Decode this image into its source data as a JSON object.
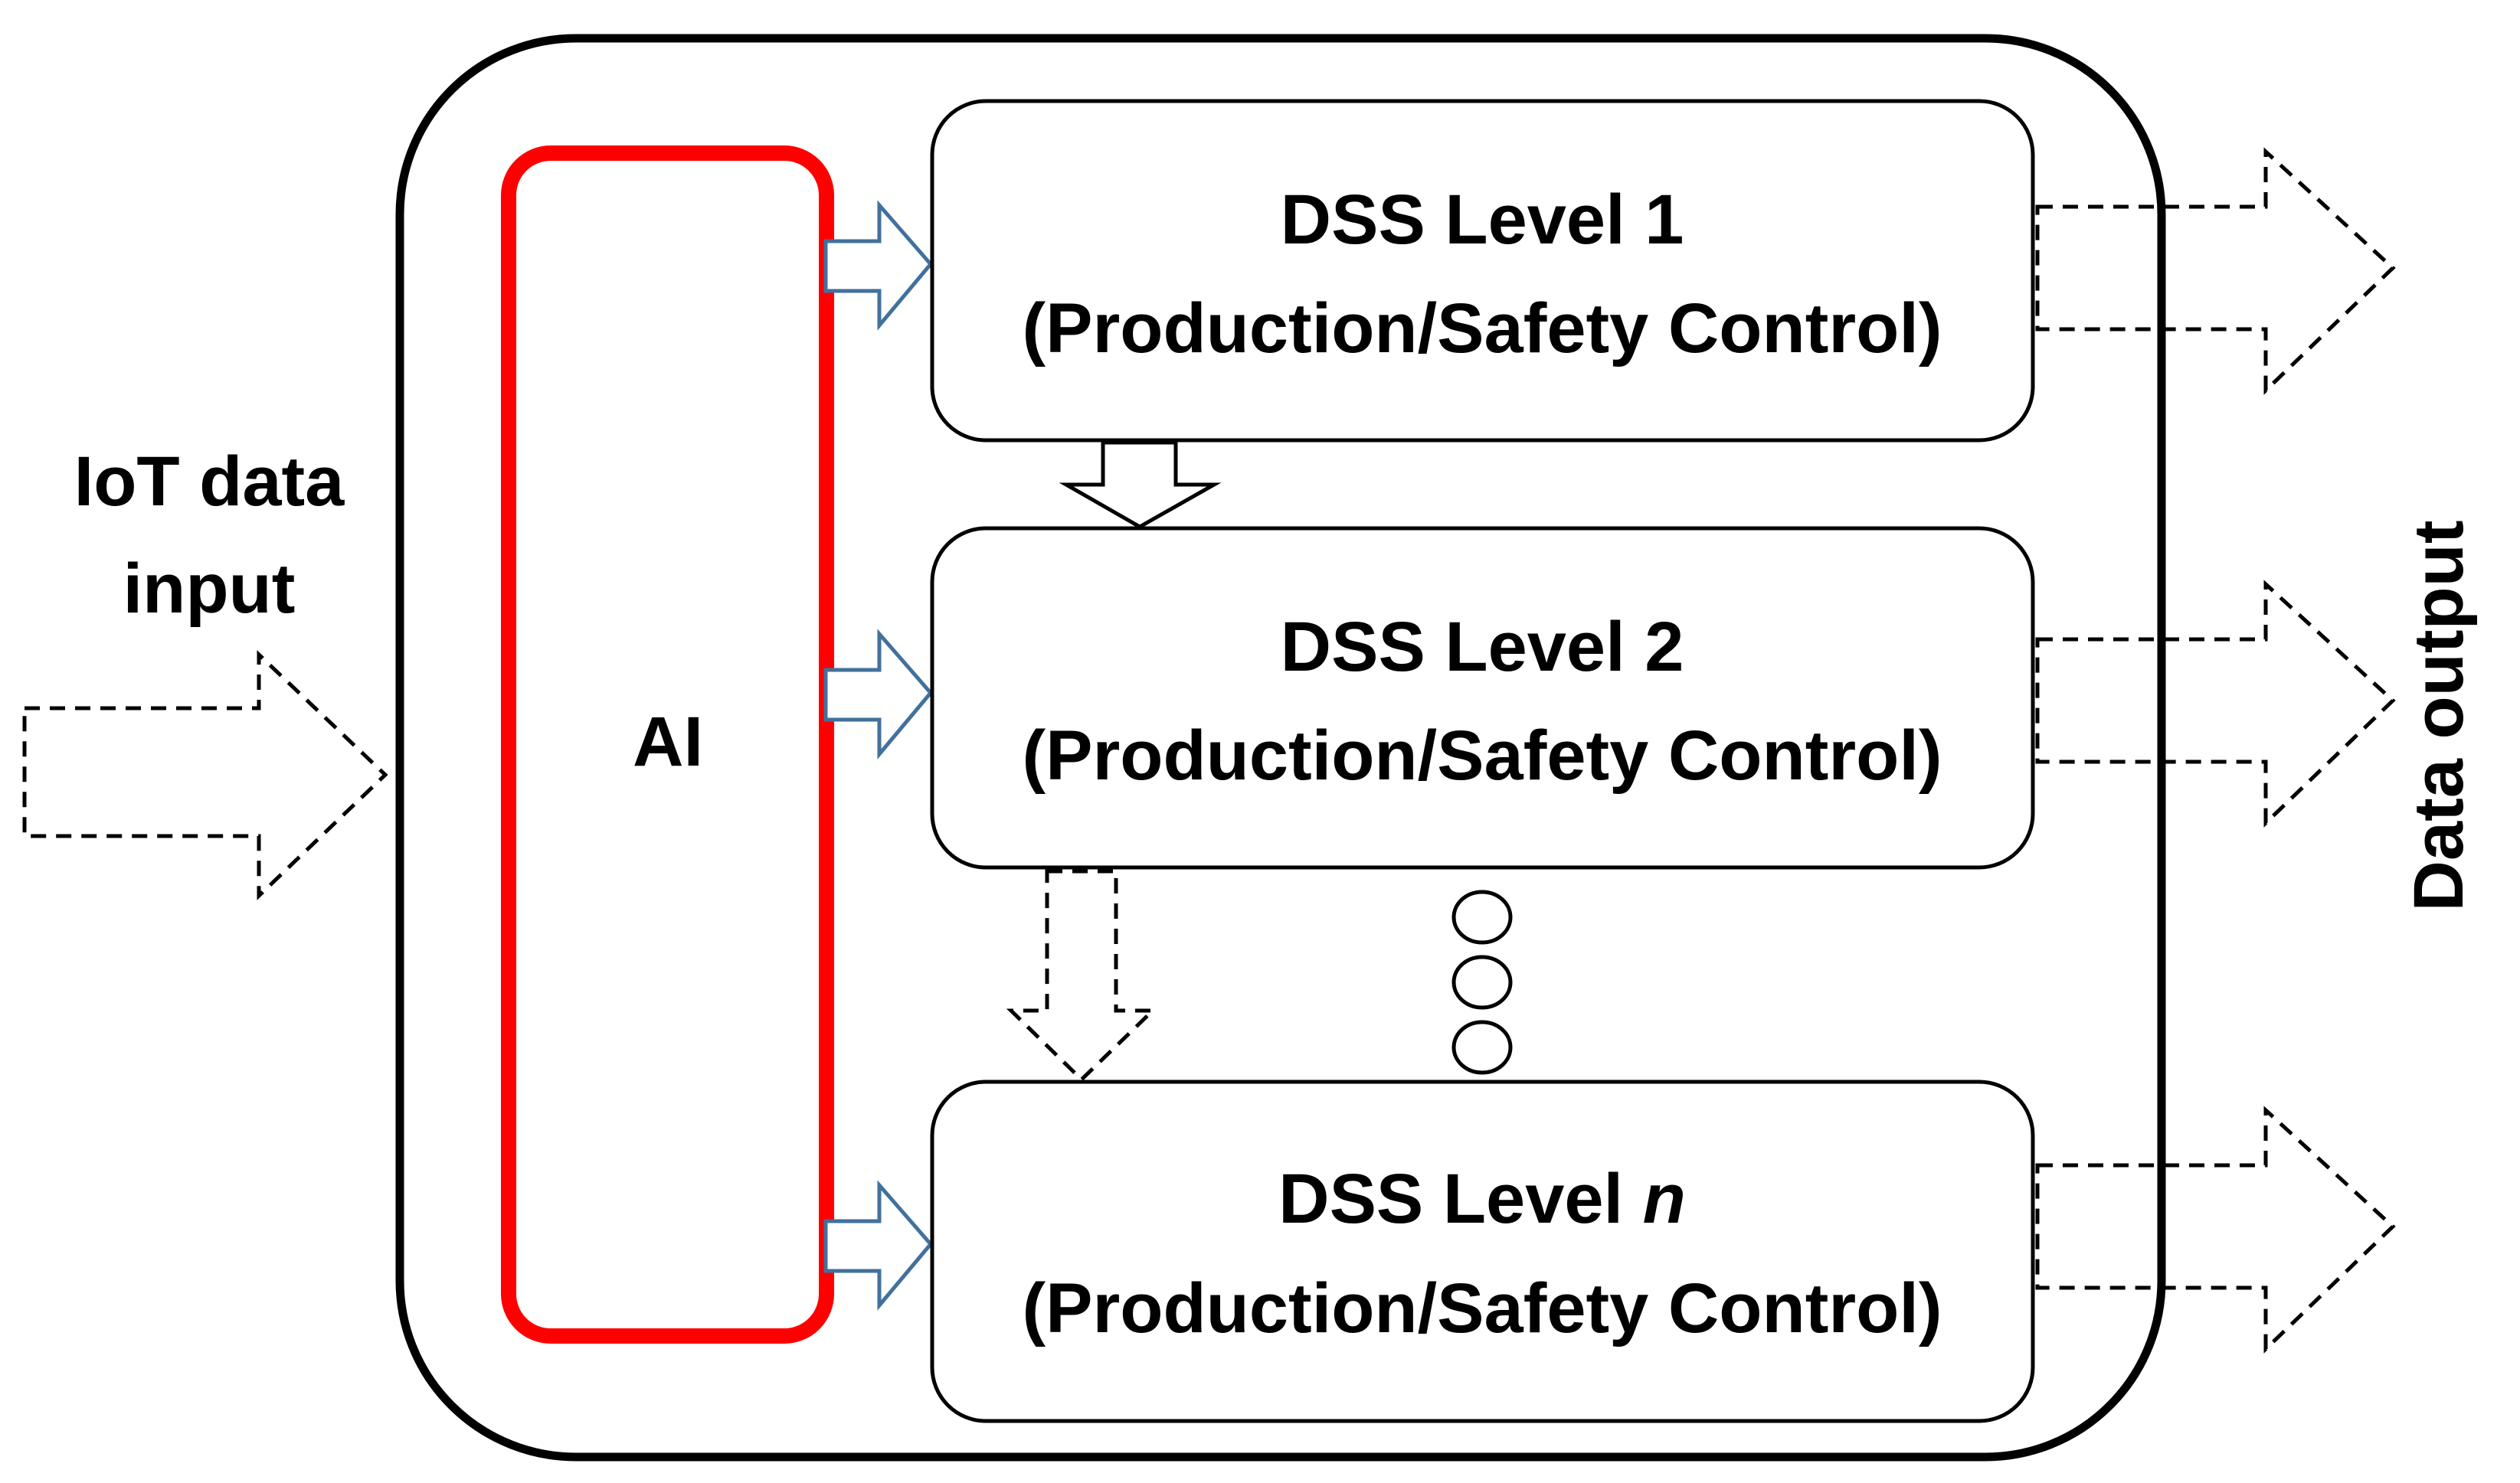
{
  "input_label": {
    "line1": "IoT data",
    "line2": "input"
  },
  "output_label": "Data output",
  "ai_label": "AI",
  "levels": [
    {
      "title": "DSS Level 1",
      "title_prefix": "DSS Level ",
      "title_index": "1",
      "subtitle": "(Production/Safety Control)"
    },
    {
      "title": "DSS Level 2",
      "title_prefix": "DSS Level ",
      "title_index": "2",
      "subtitle": "(Production/Safety Control)"
    },
    {
      "title": "DSS Level n",
      "title_prefix": "DSS Level ",
      "title_index": "n",
      "subtitle": "(Production/Safety Control)"
    }
  ],
  "colors": {
    "ai_border": "#ff0000",
    "ai_arrow": "#41719c",
    "outline": "#000000",
    "background": "#ffffff"
  },
  "icons": {
    "continuation": "ellipsis-circles",
    "input_arrow": "dashed-block-arrow-right",
    "output_arrows": "dashed-block-arrow-right",
    "level_link_solid": "block-arrow-down",
    "level_link_dashed": "dashed-block-arrow-down"
  }
}
